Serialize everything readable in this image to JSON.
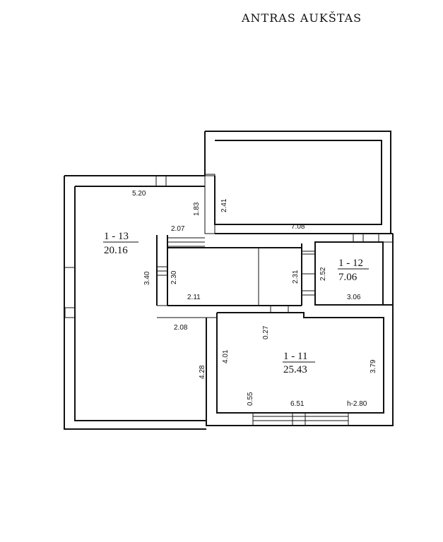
{
  "title": "ANTRAS AUKŠTAS",
  "rooms": [
    {
      "id": "1 - 13",
      "area": "20.16"
    },
    {
      "id": "1 - 12",
      "area": "7.06"
    },
    {
      "id": "1 - 11",
      "area": "25.43"
    }
  ],
  "dimensions": {
    "d_5_20": "5.20",
    "d_1_83": "1.83",
    "d_2_41": "2.41",
    "d_2_07": "2.07",
    "d_7_08": "7.08",
    "d_3_40": "3.40",
    "d_2_30": "2.30",
    "d_2_11": "2.11",
    "d_2_31": "2.31",
    "d_2_52": "2.52",
    "d_3_06": "3.06",
    "d_2_08": "2.08",
    "d_0_27": "0.27",
    "d_4_01": "4.01",
    "d_4_28": "4.28",
    "d_3_79": "3.79",
    "d_0_55": "0.55",
    "d_6_51": "6.51",
    "height": "h-2.80"
  }
}
